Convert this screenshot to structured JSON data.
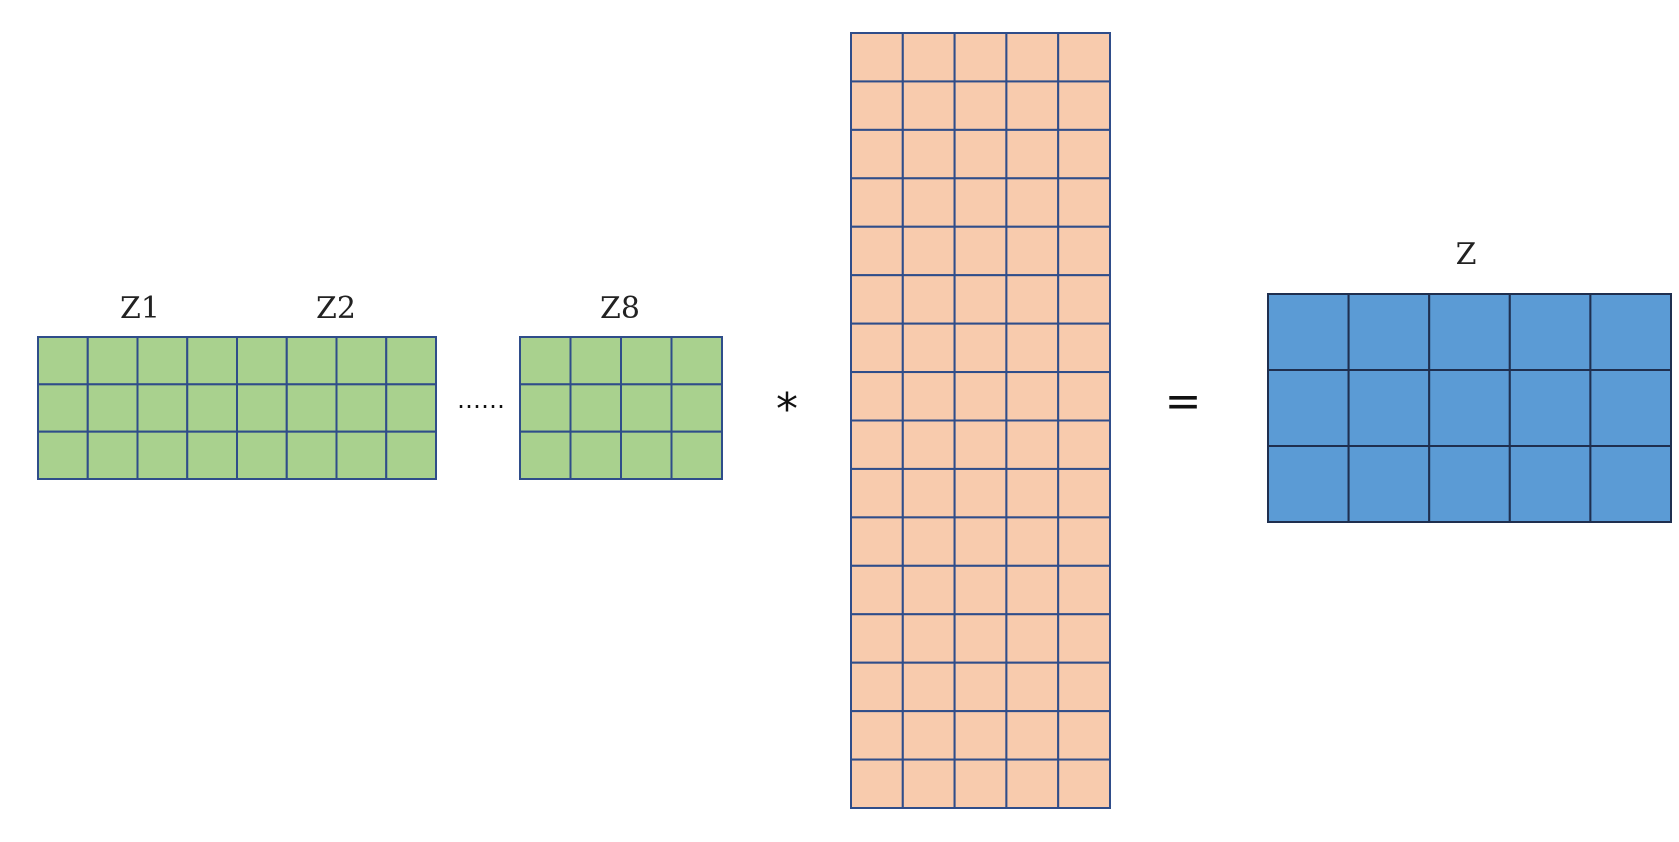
{
  "labels": {
    "z1": "Z1",
    "z2": "Z2",
    "z8": "Z8",
    "z": "Z"
  },
  "symbols": {
    "ellipsis": "……",
    "times": "*",
    "equals": "="
  },
  "colors": {
    "heads_fill": "#a9d18e",
    "weights_fill": "#f8cbad",
    "output_fill": "#5b9bd5",
    "grid_line_input": "#2f4d8a",
    "grid_line_output": "#1f2f4f"
  },
  "matrices": {
    "concat_heads_left": {
      "rows": 3,
      "cols": 8
    },
    "head_z8": {
      "rows": 3,
      "cols": 4
    },
    "weight_matrix": {
      "rows": 16,
      "cols": 5
    },
    "output_z": {
      "rows": 3,
      "cols": 5
    }
  }
}
